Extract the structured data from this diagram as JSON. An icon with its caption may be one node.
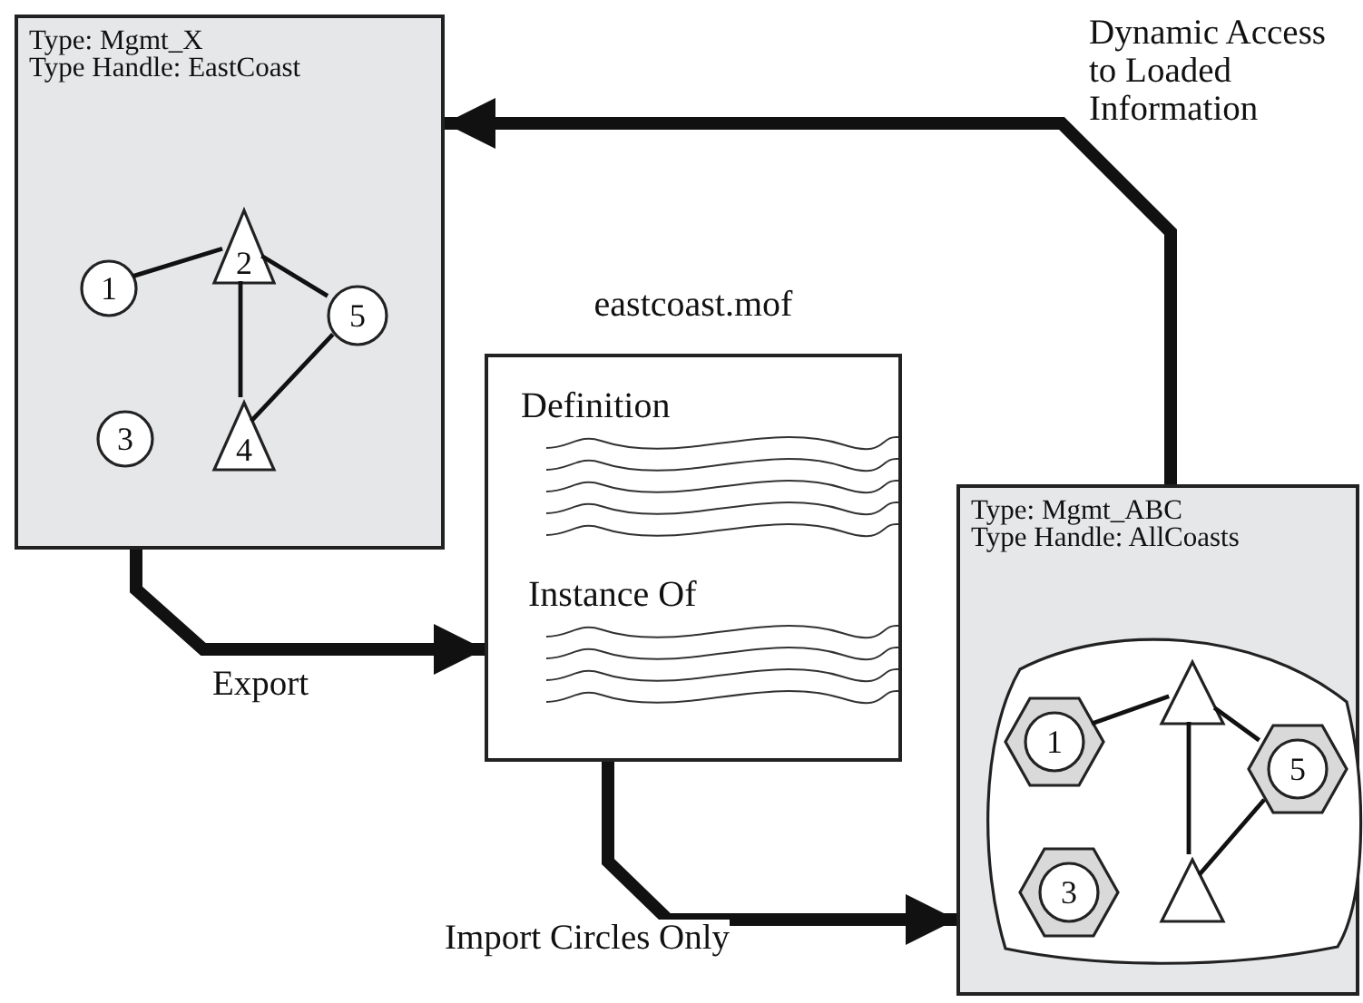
{
  "diagram": {
    "nodes": [
      {
        "text": [
          "Type: Mgmt_X",
          "Type Handle: EastCoast"
        ]
      },
      {
        "text": [
          "1"
        ],
        "in": 0
      },
      {
        "text": [
          "2"
        ],
        "in": 0
      },
      {
        "text": [
          "5"
        ],
        "in": 0
      },
      {
        "text": [
          "3"
        ],
        "in": 0
      },
      {
        "text": [
          "4"
        ],
        "in": 0
      },
      {
        "text": [
          "eastcoast.mof",
          "Definition",
          "Instance Of"
        ]
      },
      {
        "text": [
          "Type: Mgmt_ABC",
          "Type Handle: AllCoasts"
        ]
      },
      {
        "text": [],
        "shape": "cloud",
        "in": 7
      },
      {
        "text": [
          "1"
        ],
        "in": 8
      },
      {
        "text": [],
        "shape": "triangle",
        "in": 8
      },
      {
        "text": [
          "5"
        ],
        "in": 8
      },
      {
        "text": [
          "3"
        ],
        "in": 8
      },
      {
        "text": [],
        "shape": "triangle",
        "in": 8
      }
    ],
    "edges": [
      {
        "from": 0,
        "to": 6,
        "arrow": "to",
        "label": "Export",
        "style": "thick"
      },
      {
        "from": 6,
        "to": 7,
        "arrow": "to",
        "label": "Import Circles Only",
        "style": "thick"
      },
      {
        "from": 7,
        "to": 0,
        "arrow": "to",
        "label": "Dynamic Access to Loaded Information",
        "style": "thick"
      },
      {
        "from": 1,
        "to": 2,
        "arrow": "none"
      },
      {
        "from": 2,
        "to": 3,
        "arrow": "none"
      },
      {
        "from": 2,
        "to": 5,
        "arrow": "none"
      },
      {
        "from": 5,
        "to": 3,
        "arrow": "none"
      },
      {
        "from": 9,
        "to": 10,
        "arrow": "none"
      },
      {
        "from": 10,
        "to": 11,
        "arrow": "none"
      },
      {
        "from": 10,
        "to": 13,
        "arrow": "none"
      },
      {
        "from": 13,
        "to": 11,
        "arrow": "none"
      }
    ]
  }
}
